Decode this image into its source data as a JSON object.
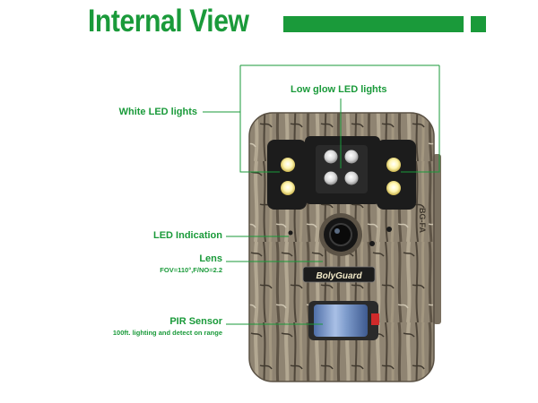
{
  "header": {
    "title": "Internal View"
  },
  "camera": {
    "brand": "BolyGuard",
    "side_text": "BG-FA"
  },
  "callouts": {
    "white_led": "White LED lights",
    "low_glow_led": "Low glow LED lights",
    "led_indication": "LED Indication",
    "lens": "Lens",
    "lens_spec": "FOV=110°,F/NO=2.2",
    "pir": "PIR Sensor",
    "pir_spec": "100ft. lighting and detect on range"
  },
  "colors": {
    "accent": "#1a9a3a",
    "camo_base": "#8f8472",
    "camo_dark": "#5e5446",
    "panel": "#1c1c1c"
  }
}
